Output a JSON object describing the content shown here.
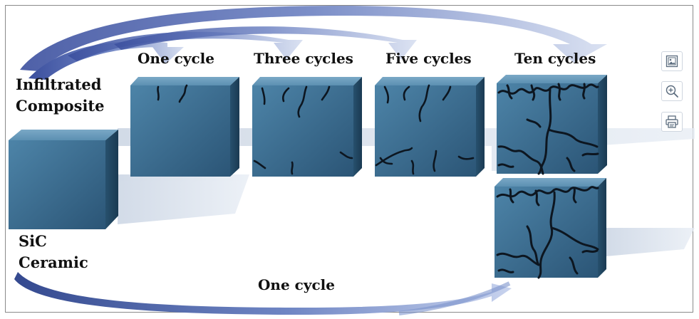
{
  "labels": {
    "infiltrated_composite": [
      "Infiltrated",
      "Composite"
    ],
    "sic_ceramic": [
      "SiC",
      "Ceramic"
    ],
    "one_cycle_top": "One cycle",
    "three_cycles": "Three cycles",
    "five_cycles": "Five cycles",
    "ten_cycles": "Ten cycles",
    "one_cycle_bottom": "One cycle"
  },
  "toolbar": {
    "buttons": [
      {
        "name": "view-image-button",
        "icon": "image-icon"
      },
      {
        "name": "zoom-button",
        "icon": "zoom-in-icon"
      },
      {
        "name": "print-button",
        "icon": "print-icon"
      }
    ]
  },
  "colors": {
    "cube_front_light": "#4a7fa2",
    "cube_front_dark": "#2a5474",
    "cube_top": "#6c9dbd",
    "cube_side": "#214661",
    "arrow_dark": "#3a4f9c",
    "arrow_light": "#cdd6ee",
    "crack": "#0d1620"
  }
}
